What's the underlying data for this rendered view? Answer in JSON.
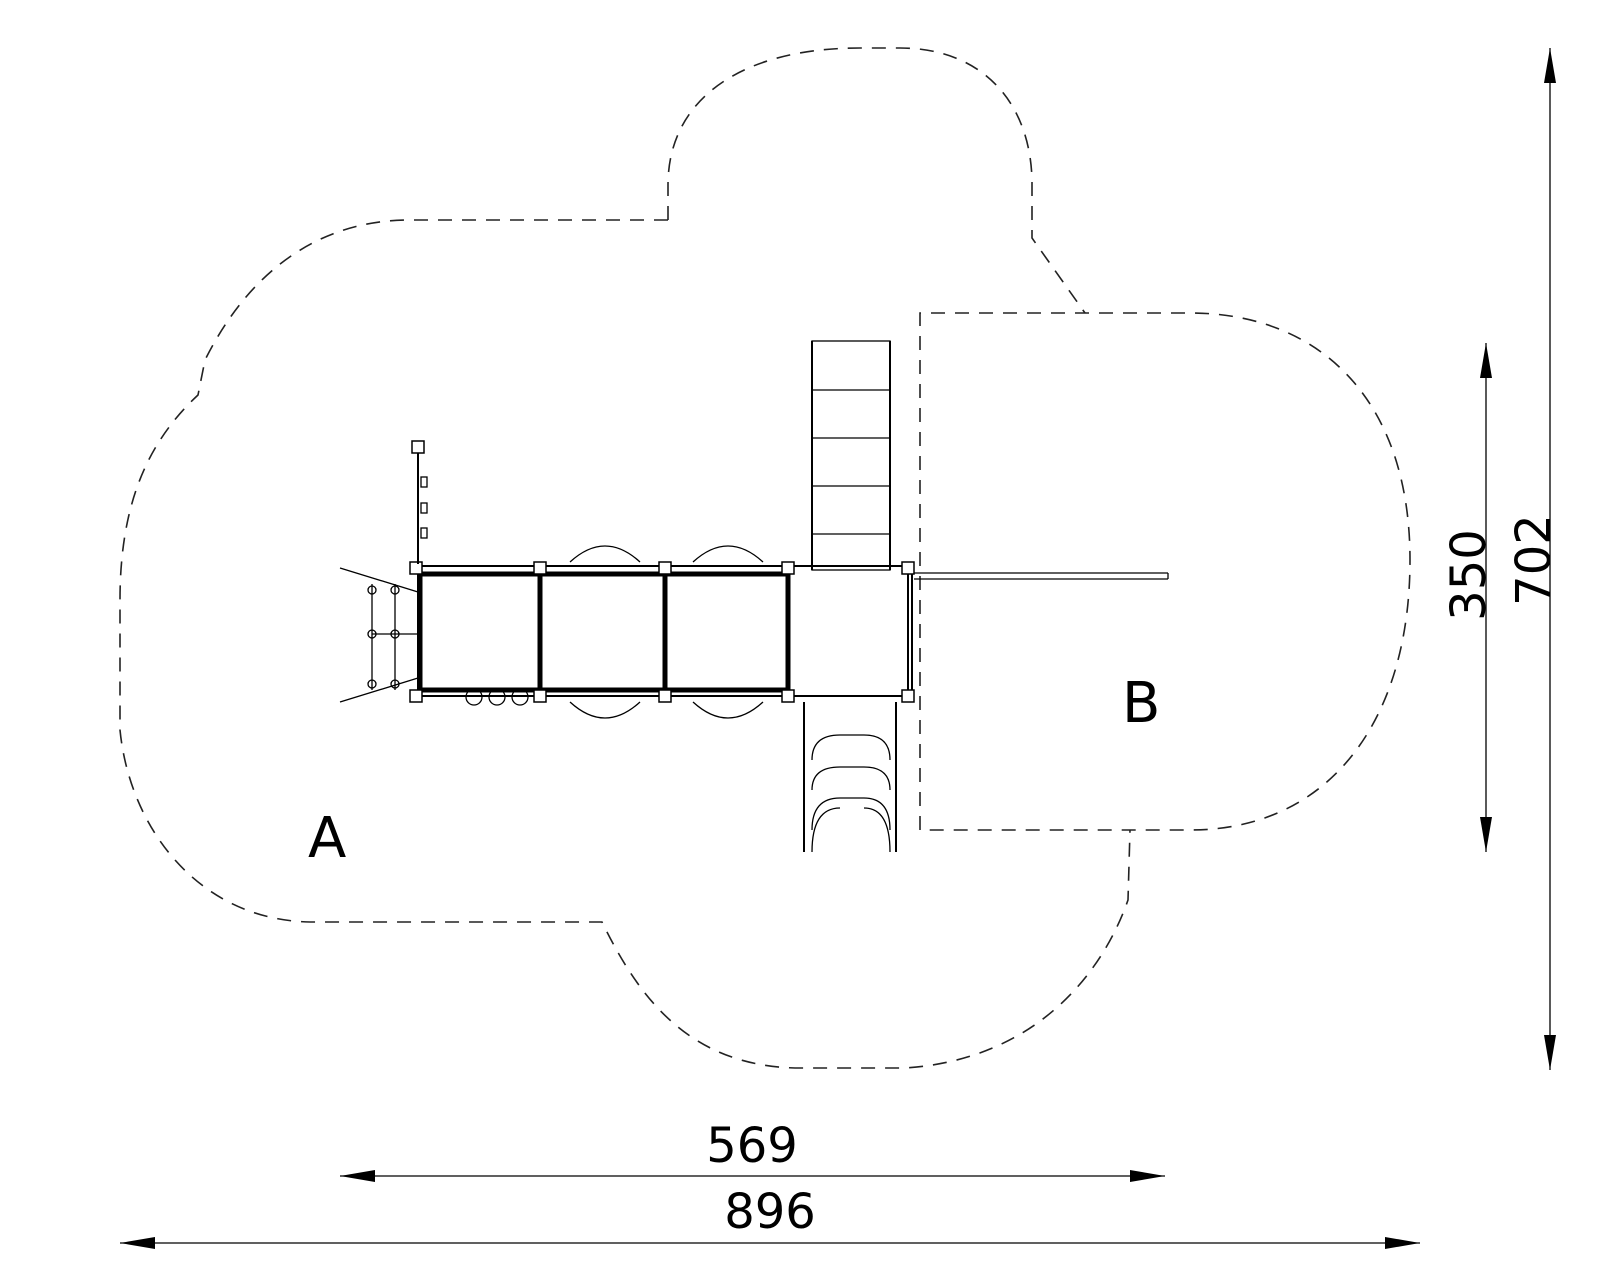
{
  "zones": {
    "a": "A",
    "b": "B"
  },
  "dimensions": {
    "width_inner": "569",
    "width_outer": "896",
    "height_inner": "350",
    "height_outer": "702"
  },
  "colors": {
    "line": "#000000",
    "background": "#ffffff"
  }
}
